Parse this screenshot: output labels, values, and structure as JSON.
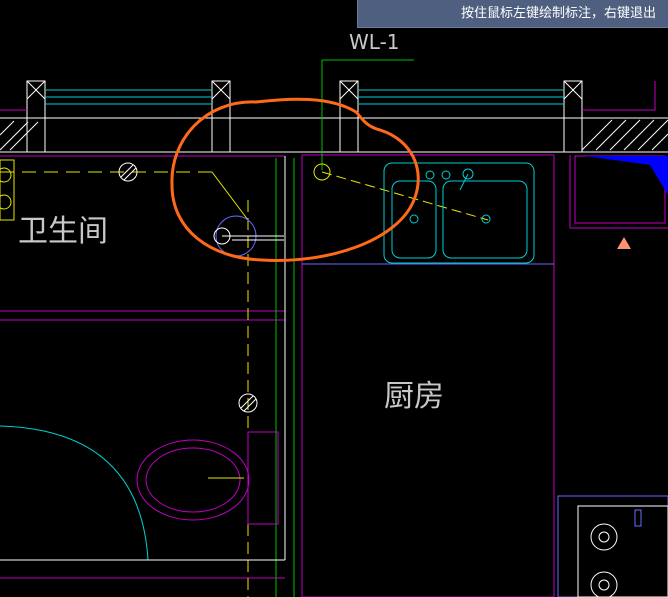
{
  "tooltip": {
    "text": "按住鼠标左键绘制标注，右键退出"
  },
  "labels": {
    "pipe_tag": "WL-1",
    "bathroom": "卫生间",
    "kitchen": "厨房"
  },
  "colors": {
    "background": "#000000",
    "wall_magenta": "#c000c0",
    "cyan": "#00d0d0",
    "yellow": "#e6e600",
    "green": "#00c000",
    "blue_line": "#6a6aff",
    "white": "#ffffff",
    "annotation_orange": "#ff6a1a",
    "marker_salmon": "#ff9070",
    "blue_fill": "#0000ff",
    "tooltip_bg": "#4f5f7f"
  }
}
